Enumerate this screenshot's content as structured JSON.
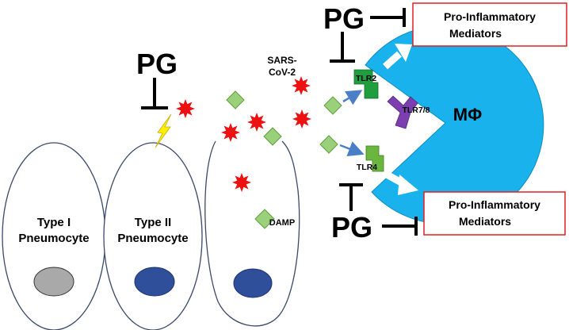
{
  "labels": {
    "type1_line1": "Type I",
    "type1_line2": "Pneumocyte",
    "type2_line1": "Type II",
    "type2_line2": "Pneumocyte",
    "damp": "DAMP",
    "virus_line1": "SARS-",
    "virus_line2": "CoV-2",
    "tlr2": "TLR2",
    "tlr78": "TLR7/8",
    "tlr4": "TLR4",
    "macrophage": "MΦ",
    "pg_left": "PG",
    "pg_top": "PG",
    "pg_bottom": "PG",
    "mediators_top_line1": "Pro-Inflammatory",
    "mediators_top_line2": "Mediators",
    "mediators_bottom_line1": "Pro-Inflammatory",
    "mediators_bottom_line2": "Mediators"
  },
  "colors": {
    "cell_outline": "#3a4a6b",
    "nucleus_type1": "#a9a9a9",
    "nucleus_type2": "#2f4f9a",
    "virus": "#ee1111",
    "damp": "#9bd07a",
    "macrophage": "#19b2ec",
    "tlr2": "#1e9e3e",
    "tlr4": "#6ab63f",
    "tlr78": "#7b3fb0",
    "arrow_blue": "#4a7fc8",
    "box_border": "#e02020",
    "lightning": "#ffee00"
  }
}
